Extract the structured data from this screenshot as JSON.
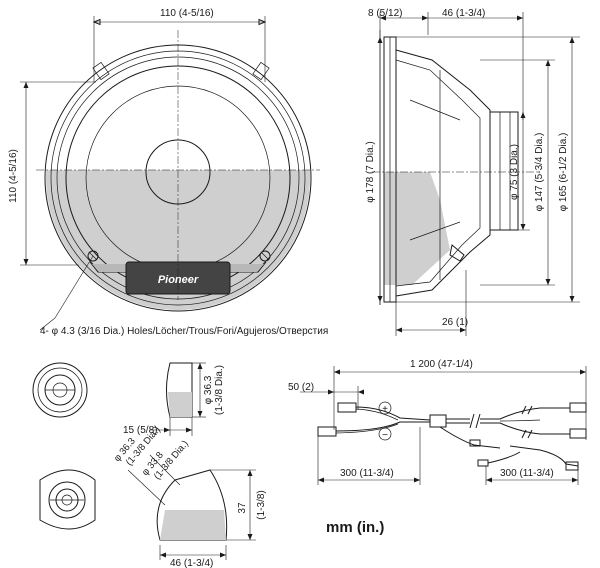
{
  "dimensions": {
    "front_width": "110 (4-5/16)",
    "front_height": "110 (4-5/16)",
    "side_flange": "8 (5/12)",
    "side_depth": "46 (1-3/4)",
    "side_dia_178": "φ 178 (7 Dia.)",
    "side_dia_75": "φ 75 (3 Dia.)",
    "side_dia_147": "φ 147 (5-3/4 Dia.)",
    "side_dia_165": "φ 165 (6-1/2 Dia.)",
    "side_bottom": "26 (1)",
    "holes_note": "4- φ 4.3 (3/16 Dia.) Holes/Löcher/Trous/Fori/Agujeros/Отверстия",
    "tweeter_dia_line1": "φ 36.3",
    "tweeter_dia_line2": "(1-3/8 Dia.)",
    "tweeter_depth": "15 (5/8)",
    "angled_dia1_line1": "φ 36.3",
    "angled_dia1_line2": "(1-3/8 Dia.)",
    "angled_dia2_line1": "φ 33.8",
    "angled_dia2_line2": "(1-3/8 Dia.)",
    "angled_height_value": "37",
    "angled_height_inch": "(1-3/8)",
    "angled_width": "46 (1-3/4)",
    "cable_total": "1 200 (47-1/4)",
    "cable_lead": "50 (2)",
    "cable_left": "300 (11-3/4)",
    "cable_right": "300 (11-3/4)",
    "plus_sign": "+",
    "minus_sign": "−"
  },
  "brand": "Pioneer",
  "unit_note": "mm (in.)"
}
